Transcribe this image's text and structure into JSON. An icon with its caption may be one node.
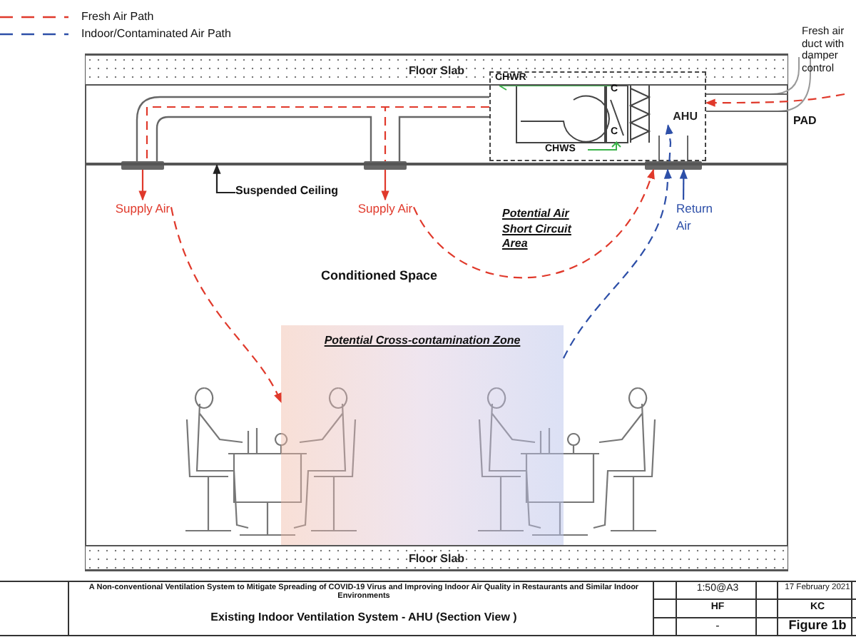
{
  "diagram": {
    "nodes": [
      {
        "text": [
          "Floor Slab"
        ]
      },
      {
        "text": [
          "AHU"
        ]
      },
      {
        "text": [],
        "shape": "box"
      },
      {
        "text": [],
        "shape": "box"
      },
      {
        "text": [],
        "shape": "box"
      },
      {
        "text": [
          "Supply Air"
        ]
      },
      {
        "text": [
          "Supply Air"
        ]
      },
      {
        "text": [
          "Return Air"
        ]
      },
      {
        "text": [
          "Suspended Ceiling"
        ]
      },
      {
        "text": [
          "Potential Air Short Circuit Area"
        ]
      },
      {
        "text": [
          "Potential Cross-contamination Zone"
        ]
      },
      {
        "text": [
          "Floor Slab"
        ]
      },
      {
        "text": [],
        "shape": "bar"
      }
    ],
    "edges": [
      {
        "from": 2,
        "to": 5,
        "arrow": "to",
        "color": "#e0392b"
      },
      {
        "from": 3,
        "to": 6,
        "arrow": "to",
        "color": "#e0392b"
      },
      {
        "from": 7,
        "to": 4,
        "arrow": "to",
        "color": "#2d4fa8"
      },
      {
        "from": 8,
        "to": 12,
        "arrow": "to",
        "color": "#222222"
      },
      {
        "from": 5,
        "to": 10,
        "arrow": "to",
        "style": "dashed",
        "color": "#e0392b"
      },
      {
        "from": 6,
        "to": 4,
        "arrow": "to",
        "style": "dashed",
        "color": "#e0392b"
      },
      {
        "from": 10,
        "to": 4,
        "arrow": "to",
        "style": "dashed",
        "color": "#2d4fa8"
      },
      {
        "from": null,
        "to": 1,
        "arrow": "to",
        "style": "dashed",
        "color": "#e0392b"
      },
      {
        "from": 1,
        "to": 2,
        "arrow": "none",
        "style": "dashed",
        "color": "#e0392b"
      },
      {
        "from": 1,
        "to": 3,
        "arrow": "none",
        "style": "dashed",
        "color": "#e0392b"
      },
      {
        "from": 4,
        "to": 1,
        "arrow": "to",
        "style": "dashed",
        "color": "#2d4fa8"
      }
    ],
    "labels": [
      "CHWR",
      "CHWS",
      "C",
      "C",
      "Conditioned Space",
      "PAD",
      "Fresh air duct with damper control",
      "A Non-conventional Ventilation System to Mitigate Spreading of COVID-19 Virus and Improving Indoor Air Quality in Restaurants and Similar Indoor Environments",
      "Existing Indoor Ventilation System - AHU (Section View )",
      "1:50@A3",
      "17 February 2021",
      "HF",
      "KC",
      "-",
      "Figure 1b"
    ],
    "legend": [
      {
        "text": "Fresh Air Path"
      },
      {
        "text": "Indoor/Contaminated Air Path"
      }
    ]
  }
}
